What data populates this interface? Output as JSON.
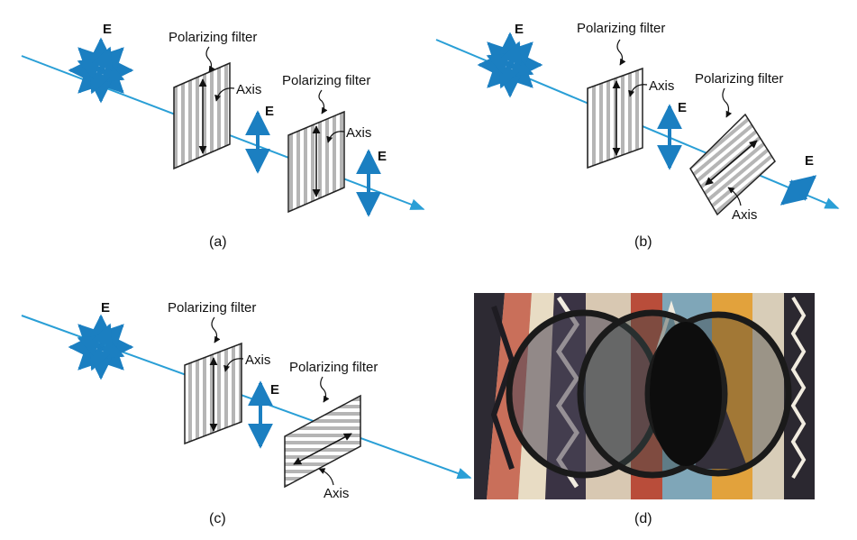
{
  "labels": {
    "e": "E",
    "polarizing_filter": "Polarizing filter",
    "axis": "Axis"
  },
  "captions": {
    "a": "(a)",
    "b": "(b)",
    "c": "(c)",
    "d": "(d)"
  },
  "colors": {
    "beam": "#2a9fd6",
    "e_arrow": "#1b7fc1",
    "filter_stripe": "#b5b5b5",
    "filter_edge": "#222222"
  }
}
